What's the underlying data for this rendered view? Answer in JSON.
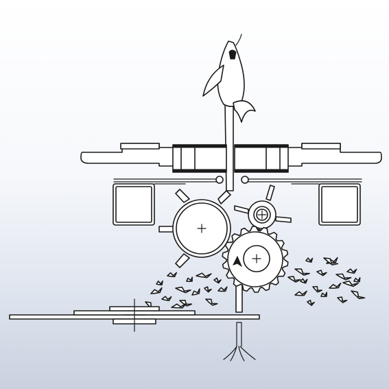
{
  "diagram": {
    "colors": {
      "line": "#1a1a1a",
      "fill": "#ffffff",
      "background_top": "#ffffff",
      "background_bottom": "#c9d1df"
    },
    "components": {
      "plant": "corn-stalk",
      "gathering_belts": "belts",
      "rollers": "stalk-rolls",
      "cutting_blades": "chopping-knives",
      "residue": "shredded-residue",
      "deck_plate": "deck-plate"
    }
  }
}
